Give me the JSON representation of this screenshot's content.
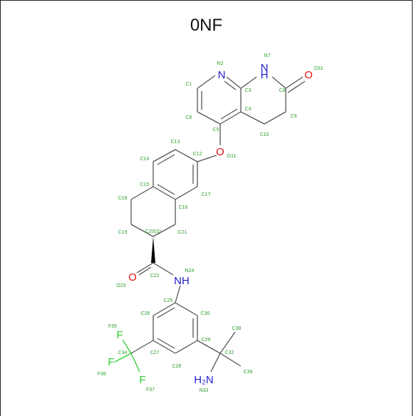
{
  "title": "0NF",
  "colors": {
    "carbon_bond": "#555555",
    "nitrogen": "#1c1cd0",
    "oxygen": "#e01010",
    "fluorine": "#2ecc2e",
    "label": "#2e9e2e"
  },
  "atom_symbols": [
    {
      "id": "n2",
      "text": "N",
      "color": "#1c1cd0"
    },
    {
      "id": "n7",
      "text": "N",
      "color": "#1c1cd0"
    },
    {
      "id": "h7",
      "text": "H",
      "color": "#1c1cd0"
    },
    {
      "id": "o31",
      "text": "O",
      "color": "#e01010"
    },
    {
      "id": "o11",
      "text": "O",
      "color": "#e01010"
    },
    {
      "id": "o23",
      "text": "O",
      "color": "#e01010"
    },
    {
      "id": "n24",
      "text": "NH",
      "color": "#1c1cd0"
    },
    {
      "id": "f35",
      "text": "F",
      "color": "#2ecc2e"
    },
    {
      "id": "f36",
      "text": "F",
      "color": "#2ecc2e"
    },
    {
      "id": "f37",
      "text": "F",
      "color": "#2ecc2e"
    },
    {
      "id": "n33",
      "text": "H₂N",
      "color": "#1c1cd0"
    }
  ],
  "atom_labels": [
    "C1",
    "N2",
    "C3",
    "C4",
    "C5",
    "C6",
    "N7",
    "C8",
    "C9",
    "C10",
    "O11",
    "C12",
    "C13",
    "C14",
    "C15",
    "C16",
    "C17",
    "C18",
    "C19",
    "C20(S)",
    "C21",
    "C22",
    "O23",
    "N24",
    "C25",
    "C26",
    "C27",
    "C28",
    "C29",
    "C30",
    "O31",
    "C32",
    "N33",
    "C34",
    "F35",
    "F36",
    "F37",
    "C38",
    "C39"
  ]
}
